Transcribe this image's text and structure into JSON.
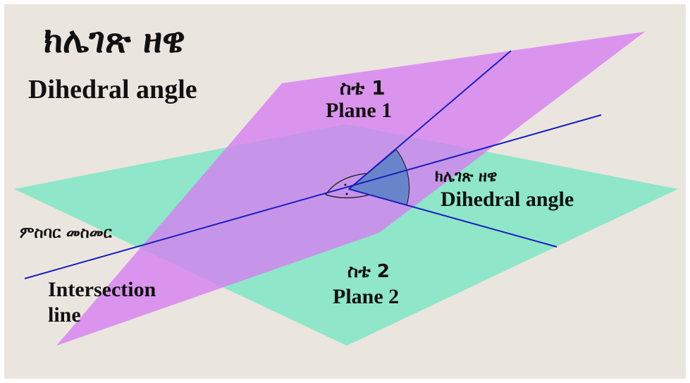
{
  "title_amharic": "ክሌገጽ ዘዌ",
  "title_english": "Dihedral angle",
  "plane1": {
    "amharic": "ስቴ 1",
    "english": "Plane 1"
  },
  "plane2": {
    "amharic": "ስቴ 2",
    "english": "Plane 2"
  },
  "angle_label": {
    "amharic": "ክሌገጽ ዘዌ",
    "english": "Dihedral angle"
  },
  "intersection_label": {
    "amharic": "ምስባር መስመር",
    "english_line1": "Intersection",
    "english_line2": "line"
  },
  "colors": {
    "plane1": "#d67ef2",
    "plane2": "#7fe6c4",
    "line": "#1a1fbf",
    "angle_fill": "#5b82c8",
    "background": "#ebe5df"
  }
}
